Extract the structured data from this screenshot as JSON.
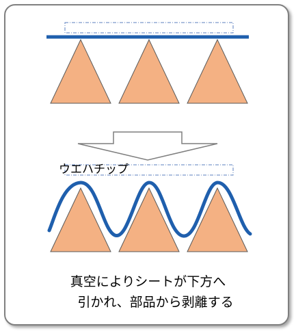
{
  "diagram": {
    "wafer_chip_label": "ウエハチップ",
    "caption_line1": "真空によりシートが下方へ",
    "caption_line2": "引かれ、部品から剥離する",
    "colors": {
      "part_fill": "#f4b183",
      "part_stroke": "#595959",
      "sheet": "#1f5fad",
      "dashed_box": "#5b7fbf",
      "arrow_stroke": "#7f7f7f",
      "frame_border": "#7f7f7f"
    }
  }
}
